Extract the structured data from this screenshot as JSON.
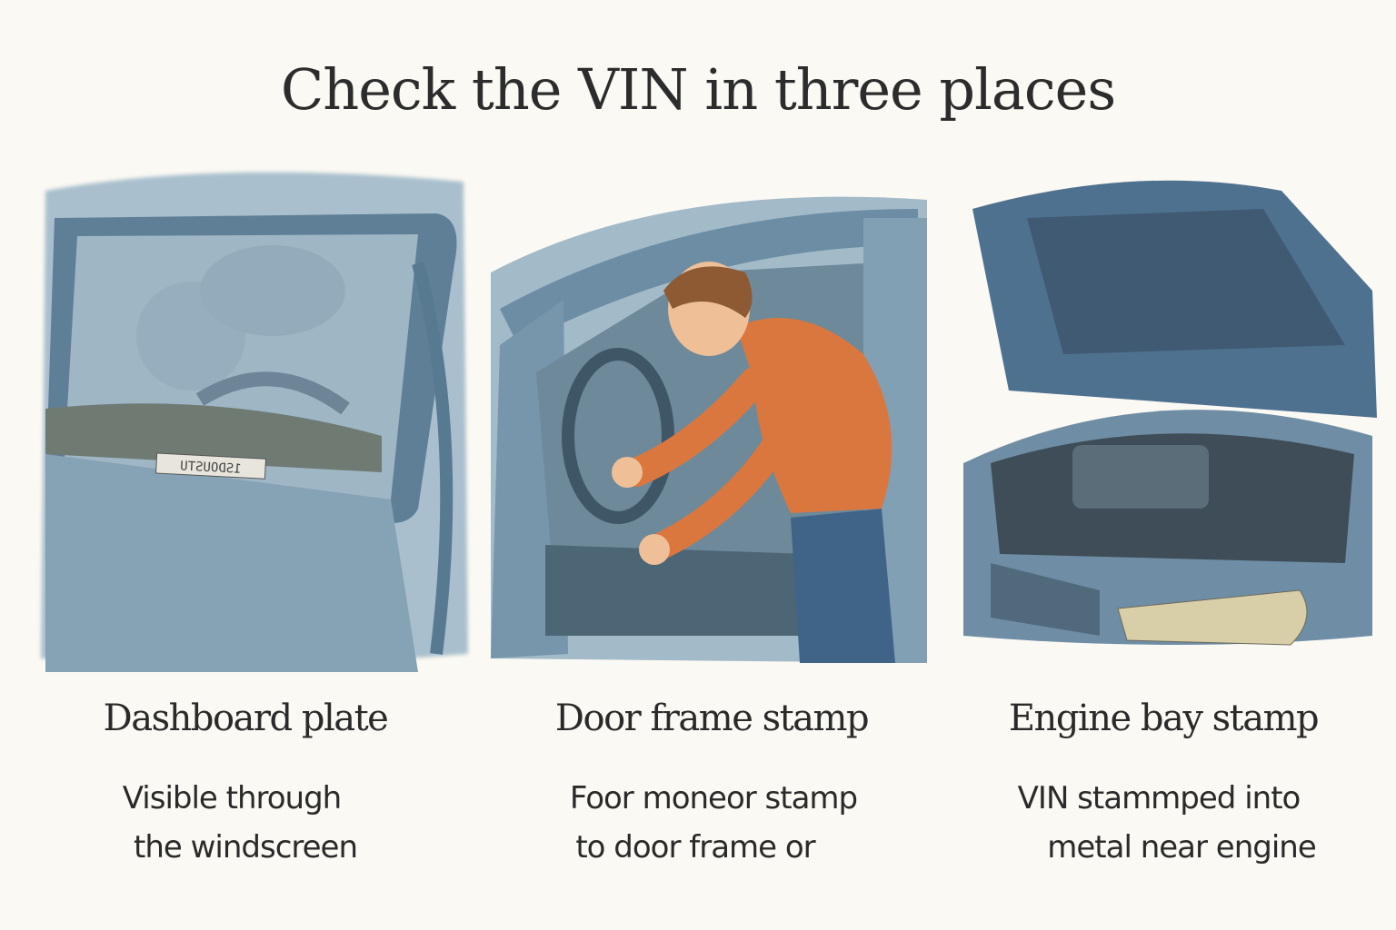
{
  "title": "Check the VIN in three places",
  "colors": {
    "background": "#fbf9f3",
    "car_blue": "#7d9db3",
    "shirt_orange": "#d9773f",
    "text": "#2a2a2a"
  },
  "locations": [
    {
      "caption": "Dashboard plate",
      "description": [
        "Visible through",
        "the windscreen"
      ],
      "illustration": "windscreen-dashboard",
      "plate_text": "1SDOUSTU"
    },
    {
      "caption": "Door frame stamp",
      "description": [
        "Foor moneor stamp",
        "to door frame or"
      ],
      "illustration": "person-at-open-door"
    },
    {
      "caption": "Engine bay stamp",
      "description": [
        "VIN stammped into",
        "metal near engine"
      ],
      "illustration": "open-hood-engine"
    }
  ]
}
